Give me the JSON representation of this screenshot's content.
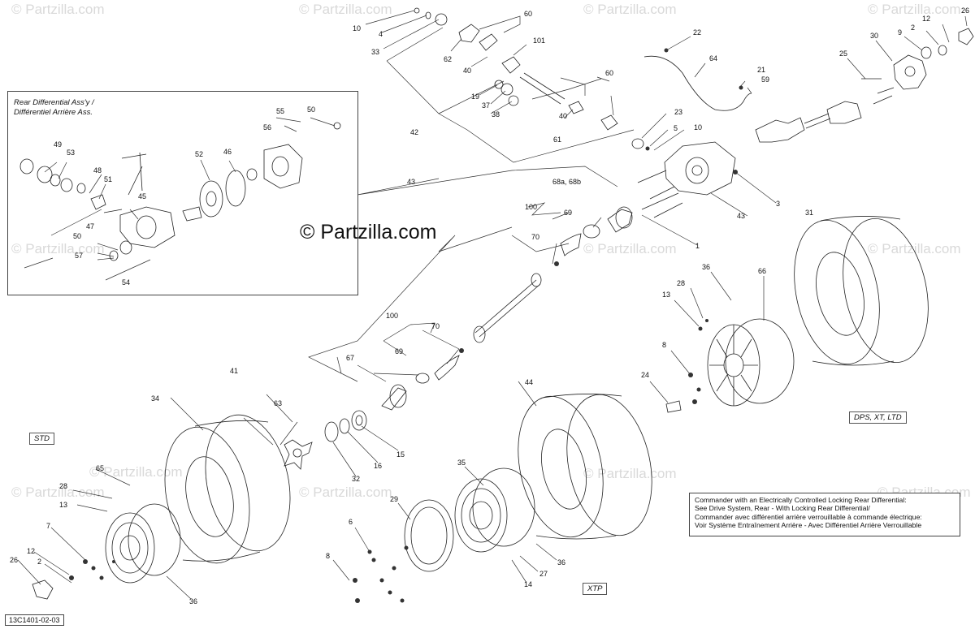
{
  "brand": "© Partzilla.com",
  "watermark": "© Partzilla.com",
  "inset": {
    "title_line1": "Rear Differential Ass'y /",
    "title_line2": "Différentiel Arrière Ass."
  },
  "tags": {
    "std": "STD",
    "xtp": "XTP",
    "dps": "DPS, XT, LTD"
  },
  "note": {
    "line1": "Commander with an Electrically Controlled Locking Rear Differential:",
    "line2": "See Drive System, Rear - With Locking Rear Differential/",
    "line3": "Commander avec différentiel arrière verrouillable à commande électrique:",
    "line4": "Voir Système Entraînement Arrière - Avec Différentiel Arrière Verrouillable"
  },
  "diagram_code": "13C1401-02-03",
  "callouts": {
    "c10": "10",
    "c4": "4",
    "c33": "33",
    "c62": "62",
    "c60": "60",
    "c101": "101",
    "c40": "40",
    "c19": "19",
    "c37": "37",
    "c38": "38",
    "c40b": "40",
    "c60b": "60",
    "c42": "42",
    "c61": "61",
    "c22": "22",
    "c64": "64",
    "c21": "21",
    "c59": "59",
    "c23": "23",
    "c5": "5",
    "c10b": "10",
    "c25": "25",
    "c30": "30",
    "c9": "9",
    "c2": "2",
    "c12": "12",
    "c26": "26",
    "c3": "3",
    "c43": "43",
    "c43b": "43",
    "c68": "68a, 68b",
    "c1": "1",
    "c100": "100",
    "c69": "69",
    "c70": "70",
    "c31": "31",
    "c36": "36",
    "c66": "66",
    "c28": "28",
    "c13": "13",
    "c8": "8",
    "c24": "24",
    "c100b": "100",
    "c70b": "70",
    "c69b": "69",
    "c67": "67",
    "c41": "41",
    "c34": "34",
    "c63": "63",
    "c15": "15",
    "c16": "16",
    "c32": "32",
    "c44": "44",
    "c35": "35",
    "c29": "29",
    "c6": "6",
    "c8b": "8",
    "c36b": "36",
    "c27": "27",
    "c14": "14",
    "c65": "65",
    "c28b": "28",
    "c13b": "13",
    "c7": "7",
    "c12b": "12",
    "c2b": "2",
    "c26b": "26",
    "c36c": "36",
    "c55": "55",
    "c50": "50",
    "c56": "56",
    "c49": "49",
    "c53": "53",
    "c52": "52",
    "c46": "46",
    "c48": "48",
    "c51": "51",
    "c45": "45",
    "c47": "47",
    "c50b": "50",
    "c57": "57",
    "c54": "54"
  }
}
